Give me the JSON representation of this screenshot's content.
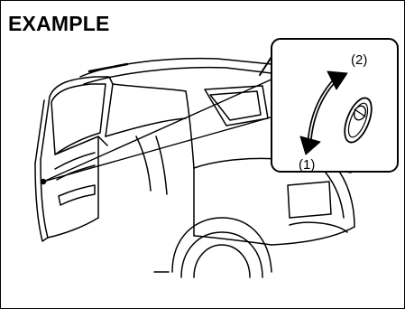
{
  "title": "EXAMPLE",
  "callout": {
    "label_up": "(2)",
    "label_down": "(1)"
  },
  "colors": {
    "line": "#000000",
    "background": "#ffffff",
    "arrow_fill": "#000000"
  },
  "icons": {
    "arrow": "double-headed-curved-arrow",
    "handle": "door-lock-knob"
  }
}
